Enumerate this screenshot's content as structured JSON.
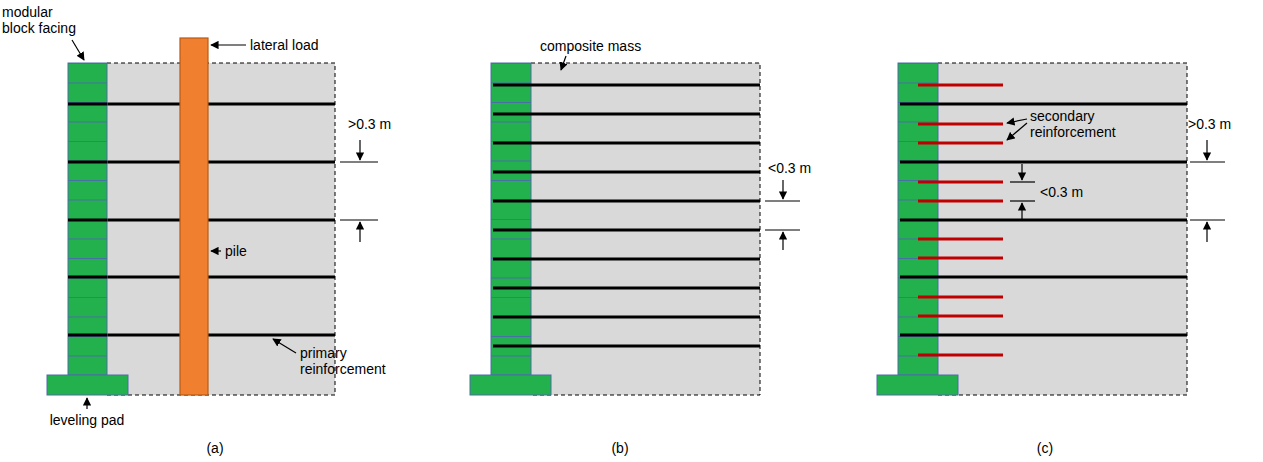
{
  "diagram": {
    "labels": [
      "modular block facing",
      "lateral load",
      ">0.3 m",
      "pile",
      "primary reinforcement",
      "leveling pad",
      "(a)",
      "composite mass",
      "<0.3 m",
      "(b)",
      "secondary reinforcement",
      ">0.3 m",
      "<0.3 m",
      "(c)"
    ]
  }
}
